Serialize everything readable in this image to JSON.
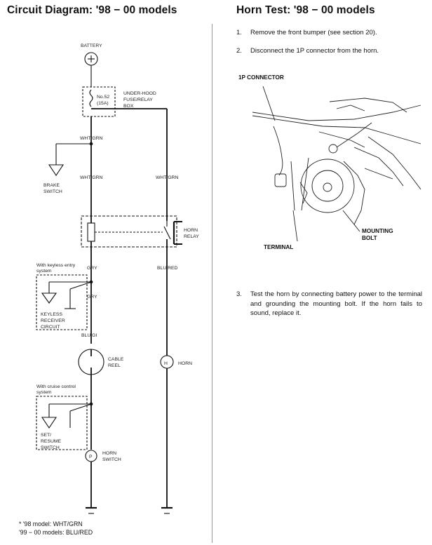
{
  "left_title": "Circuit Diagram: '98 − 00 models",
  "right_title": "Horn Test: '98 − 00 models",
  "steps": [
    {
      "num": "1.",
      "text": "Remove the front bumper (see section 20)."
    },
    {
      "num": "2.",
      "text": "Disconnect the 1P connector from the horn."
    },
    {
      "num": "3.",
      "text": "Test the horn by connecting battery power to the terminal and grounding the mounting bolt. If the horn fails to sound, replace it."
    }
  ],
  "diagram": {
    "battery": "BATTERY",
    "fuse": [
      "No.52",
      "(15A)"
    ],
    "fuse_box": [
      "UNDER-HOOD",
      "FUSE/RELAY",
      "BOX"
    ],
    "wht_grn_1": "WHT/GRN",
    "wht_grn_2": "WHT/GRN",
    "wht_grn_3": "WHT/GRN",
    "brake_switch": [
      "BRAKE",
      "SWITCH"
    ],
    "horn_relay": [
      "HORN",
      "RELAY"
    ],
    "keyless_note": [
      "With keyless entry",
      "system"
    ],
    "gry_1": "GRY",
    "gry_2": "GRY",
    "blu_red": "BLU/RED",
    "keyless_receiver": [
      "KEYLESS",
      "RECEIVER",
      "CIRCUIT"
    ],
    "blu_gi": "BLU/GI",
    "cable_reel": [
      "CABLE",
      "REEL"
    ],
    "horn": "HORN",
    "horn_symbol": "H",
    "cruise_note": [
      "With cruise control",
      "system"
    ],
    "set_resume": [
      "SET/",
      "RESUME",
      "SWITCH"
    ],
    "horn_switch": [
      "HORN",
      "SWITCH"
    ],
    "horn_switch_symbol": "P"
  },
  "footnote": [
    "* '98 model: WHT/GRN",
    "'99 − 00 models: BLU/RED"
  ],
  "photo_labels": {
    "connector": "1P CONNECTOR",
    "terminal": "TERMINAL",
    "mounting_bolt": [
      "MOUNTING",
      "BOLT"
    ]
  }
}
